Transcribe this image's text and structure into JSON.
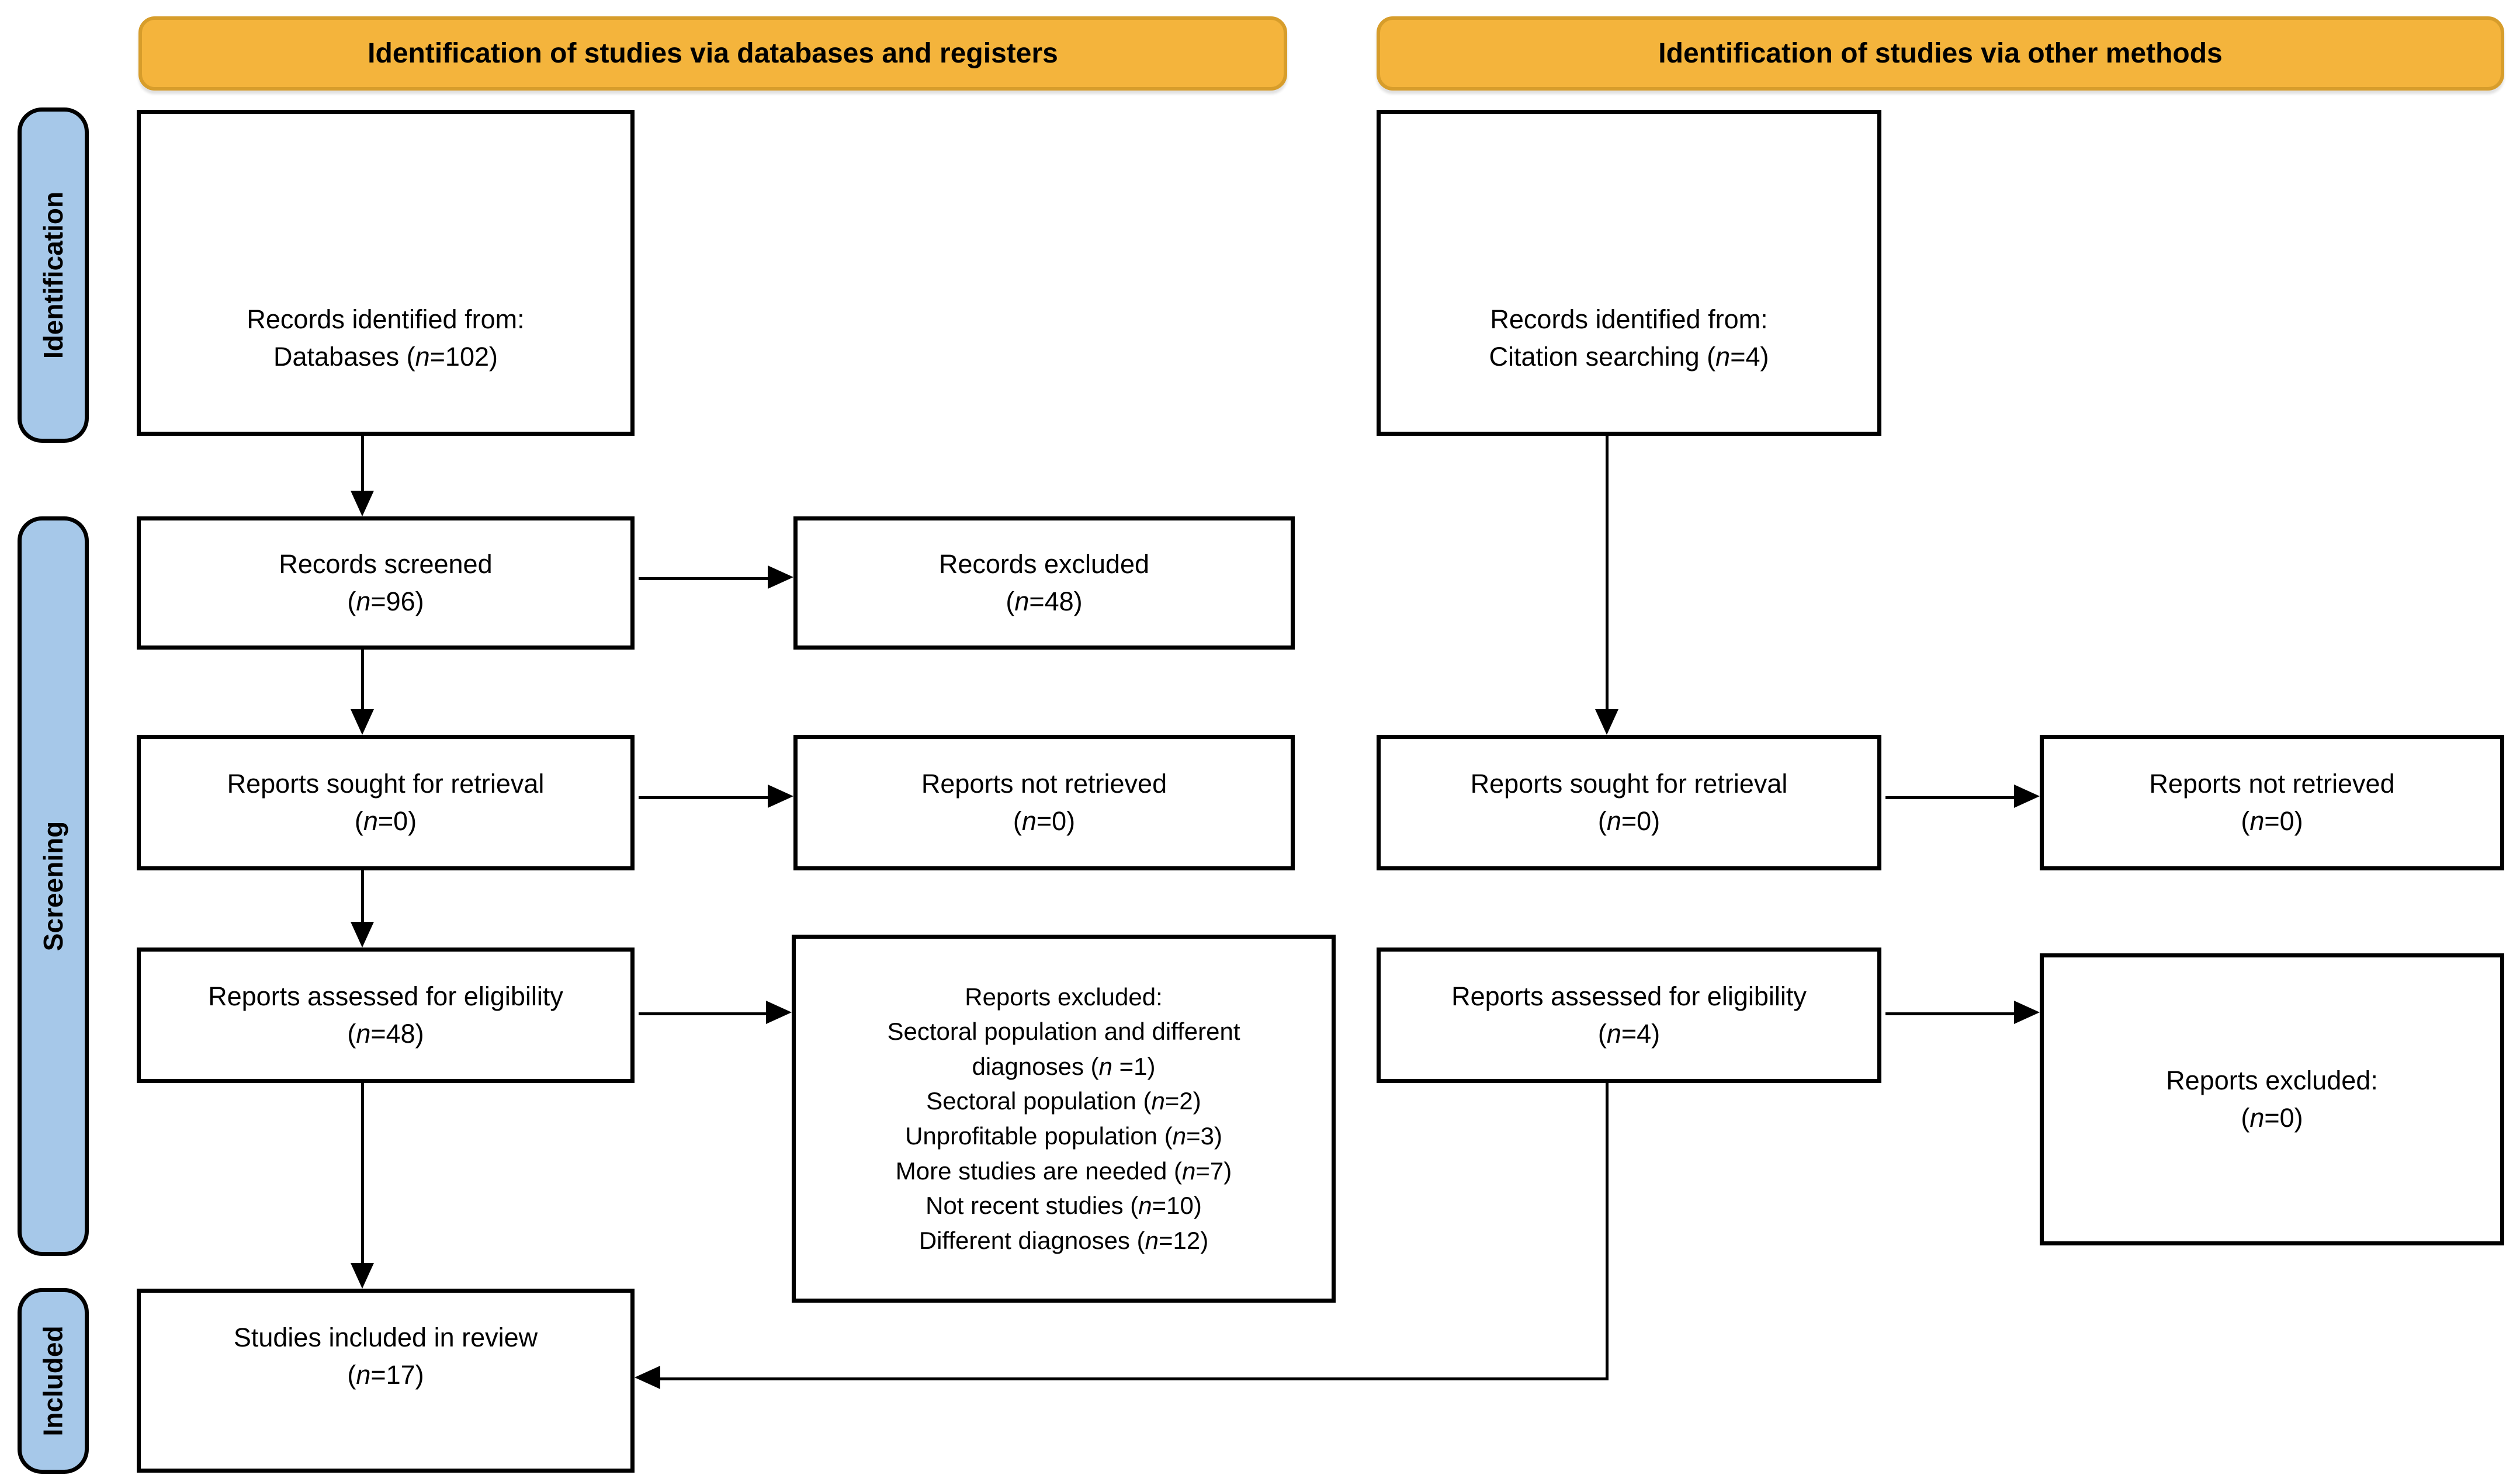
{
  "headers": {
    "left": "Identification of studies via databases and registers",
    "right": "Identification of studies via other methods"
  },
  "sidebar": {
    "identification": "Identification",
    "screening": "Screening",
    "included": "Included"
  },
  "boxes": {
    "records_identified_databases": {
      "lines": [
        "Records identified from:",
        "Databases (n=102)"
      ]
    },
    "records_screened": {
      "lines": [
        "Records screened",
        "(n=96)"
      ]
    },
    "records_excluded": {
      "lines": [
        "Records excluded",
        "(n=48)"
      ]
    },
    "reports_sought_db": {
      "lines": [
        "Reports sought for retrieval",
        "(n=0)"
      ]
    },
    "reports_not_retrieved_db": {
      "lines": [
        "Reports not retrieved",
        "(n=0)"
      ]
    },
    "reports_assessed_db": {
      "lines": [
        "Reports assessed for eligibility",
        "(n=48)"
      ]
    },
    "reports_excluded_reasons": {
      "lines": [
        "Reports excluded:",
        "Sectoral population and different",
        "diagnoses (n =1)",
        "Sectoral population (n=2)",
        "Unprofitable population (n=3)",
        "More studies are needed (n=7)",
        "Not recent studies (n=10)",
        "Different diagnoses (n=12)"
      ]
    },
    "studies_included": {
      "lines": [
        "Studies included in review",
        "(n=17)"
      ]
    },
    "records_identified_citation": {
      "lines": [
        "Records identified from:",
        "Citation searching (n=4)"
      ]
    },
    "reports_sought_other": {
      "lines": [
        "Reports sought for retrieval",
        "(n=0)"
      ]
    },
    "reports_not_retrieved_other": {
      "lines": [
        "Reports not retrieved",
        "(n=0)"
      ]
    },
    "reports_assessed_other": {
      "lines": [
        "Reports assessed for eligibility",
        "(n=4)"
      ]
    },
    "reports_excluded_other": {
      "lines": [
        "Reports excluded:",
        "(n=0)"
      ]
    }
  },
  "colors": {
    "header_fill": "#F4B43C",
    "header_border": "#D79D2B",
    "sidebar_fill": "#A6C8E9",
    "box_border": "#000000",
    "line_color": "#000000"
  }
}
